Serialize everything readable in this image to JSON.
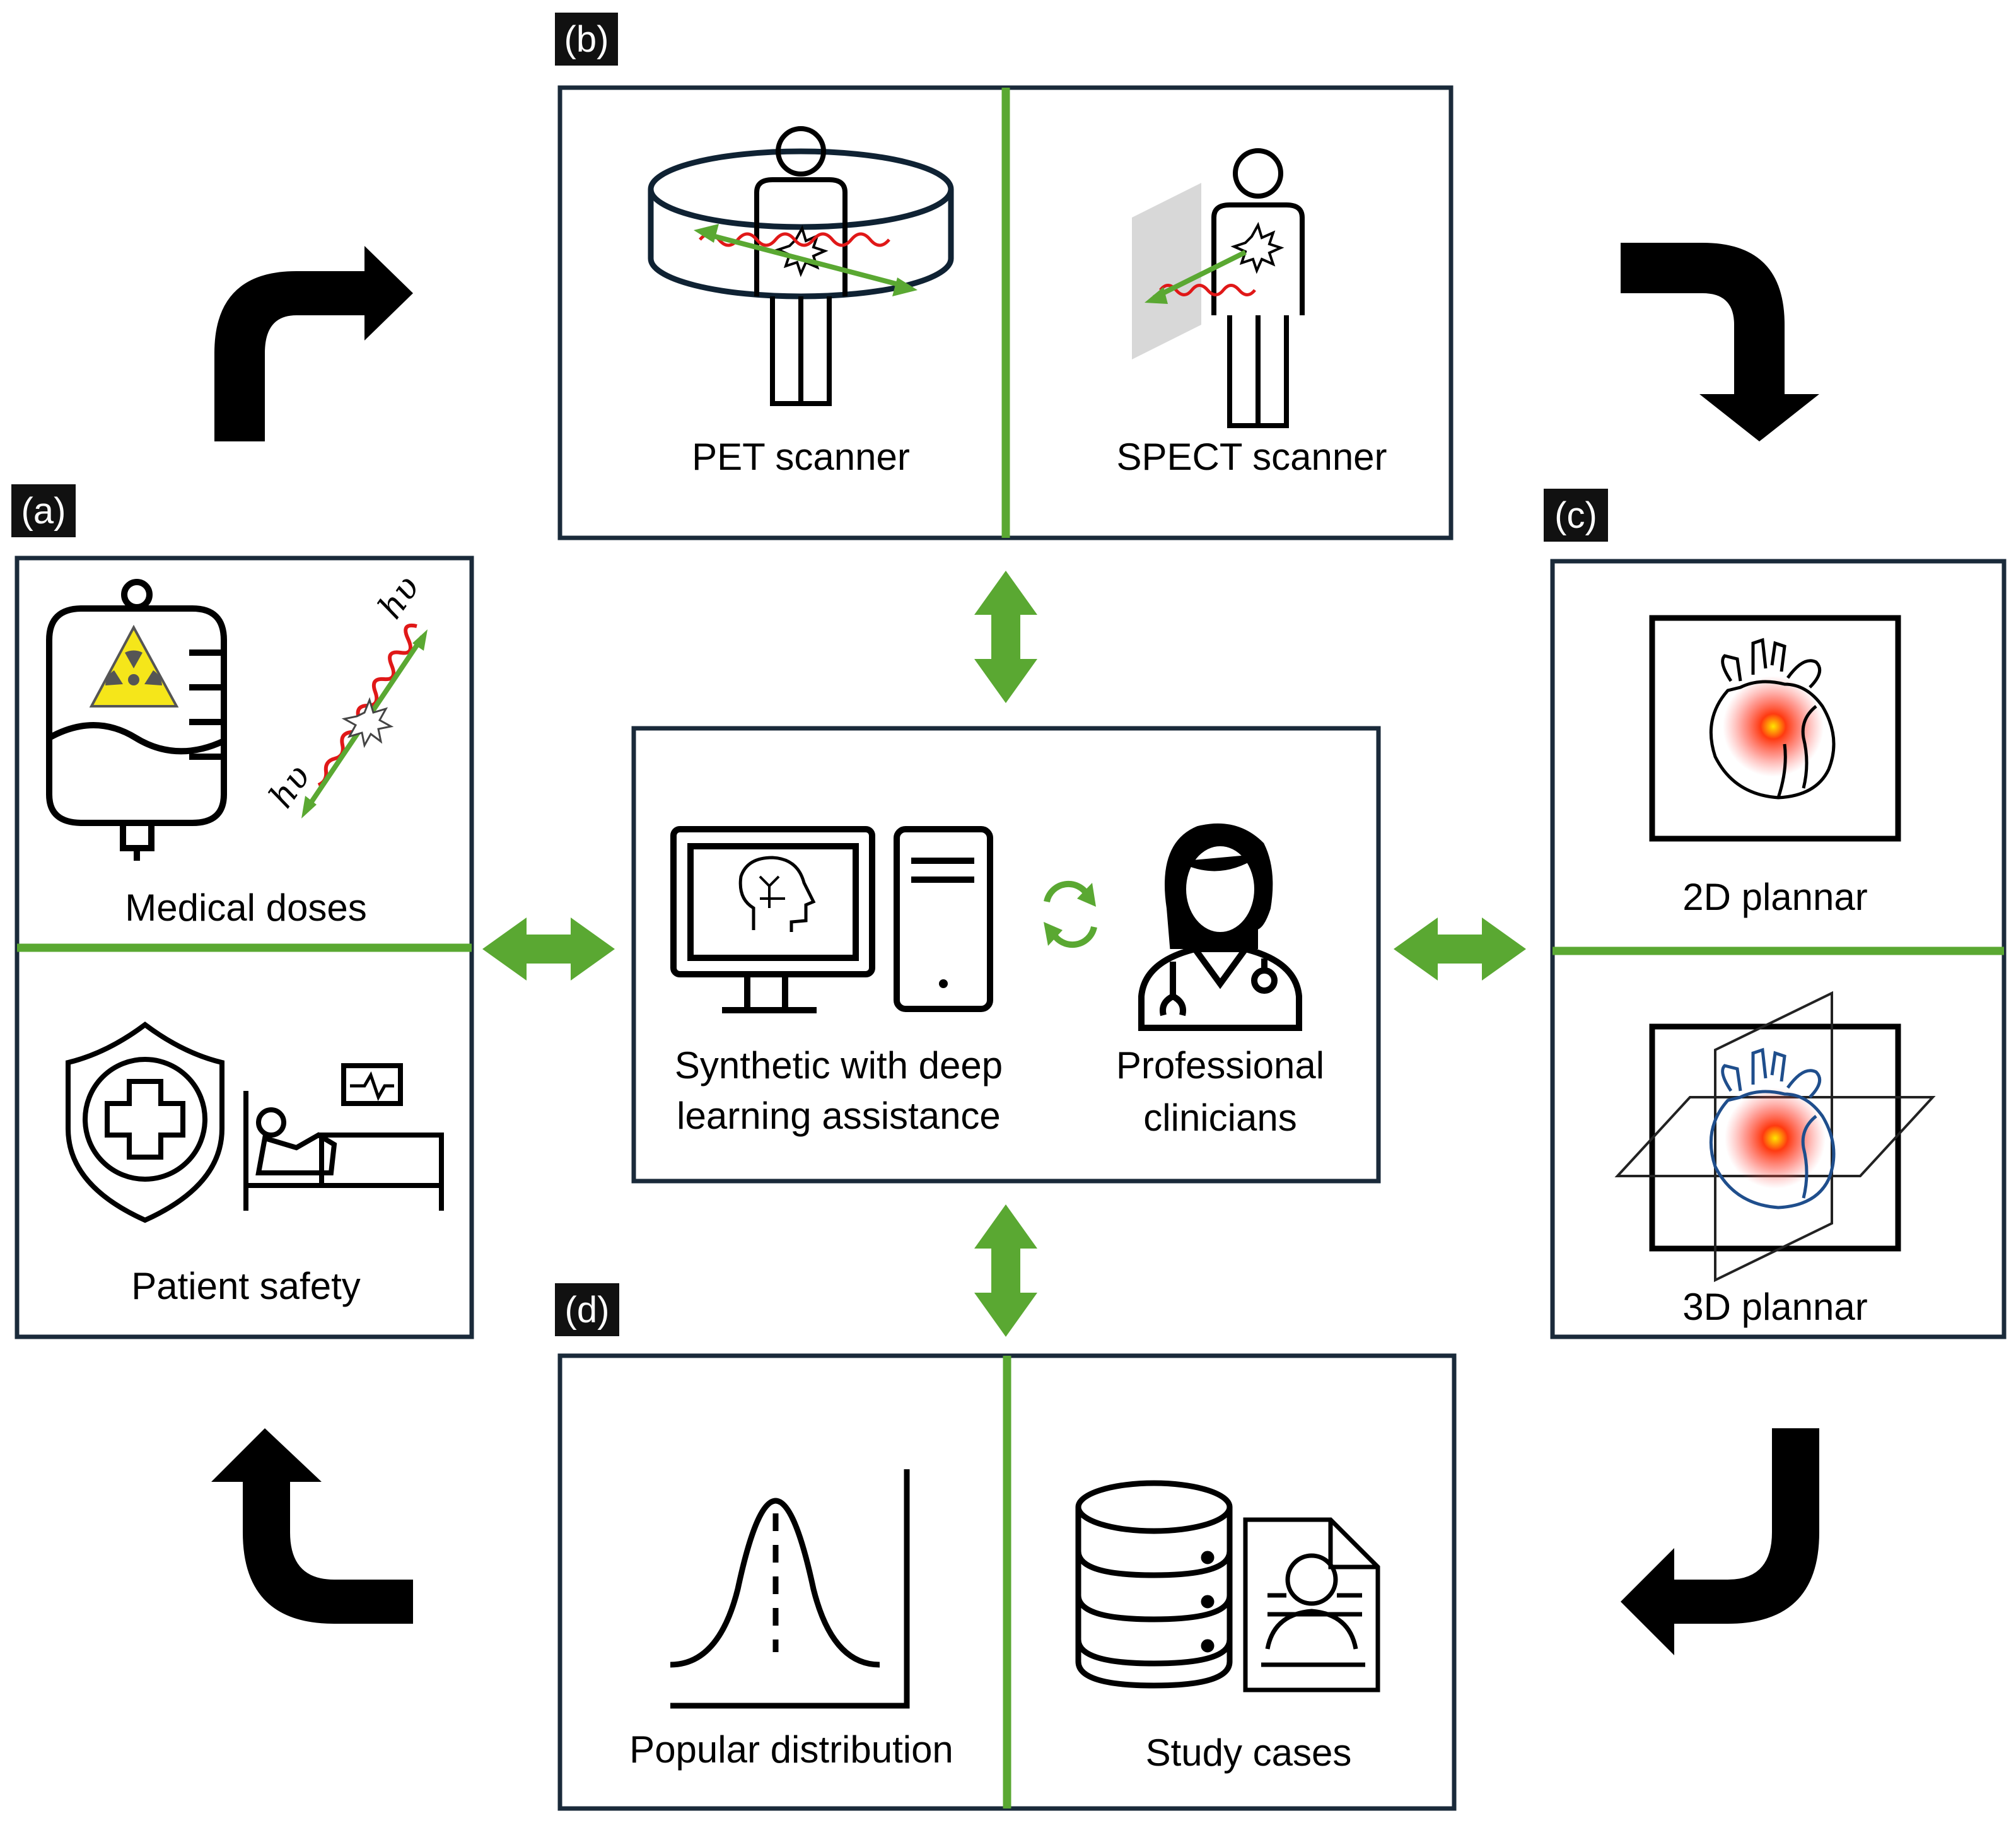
{
  "panels": {
    "a": {
      "tag": "(a)",
      "top_label": "Medical doses",
      "bottom_label": "Patient safety",
      "photon_label": "hυ"
    },
    "b": {
      "tag": "(b)",
      "left_label": "PET scanner",
      "right_label": "SPECT scanner"
    },
    "c": {
      "tag": "(c)",
      "top_label": "2D plannar",
      "bottom_label": "3D plannar"
    },
    "d": {
      "tag": "(d)",
      "left_label": "Popular distribution",
      "right_label": "Study cases"
    },
    "center": {
      "left_line1": "Synthetic with  deep",
      "left_line2": "learning assistance",
      "right_line1": "Professional",
      "right_line2": "clinicians"
    }
  },
  "colors": {
    "frame": "#1a2a3a",
    "divider": "#5aa832",
    "arrow_green": "#5aa832",
    "curve_arrow": "#000000",
    "warning_yellow": "#f5e61a",
    "hotspot": "#ff2a1a",
    "wave_red": "#e01818",
    "heart_3d": "#1f4e8c"
  },
  "icons": [
    "iv-bag-radiation-icon",
    "photon-emission-icon",
    "shield-cross-icon",
    "hospital-bed-icon",
    "pet-ring-icon",
    "spect-detector-icon",
    "heart-2d-icon",
    "heart-3d-icon",
    "ai-computer-icon",
    "refresh-cycle-icon",
    "doctor-icon",
    "bell-curve-icon",
    "database-icon",
    "patient-record-icon"
  ]
}
